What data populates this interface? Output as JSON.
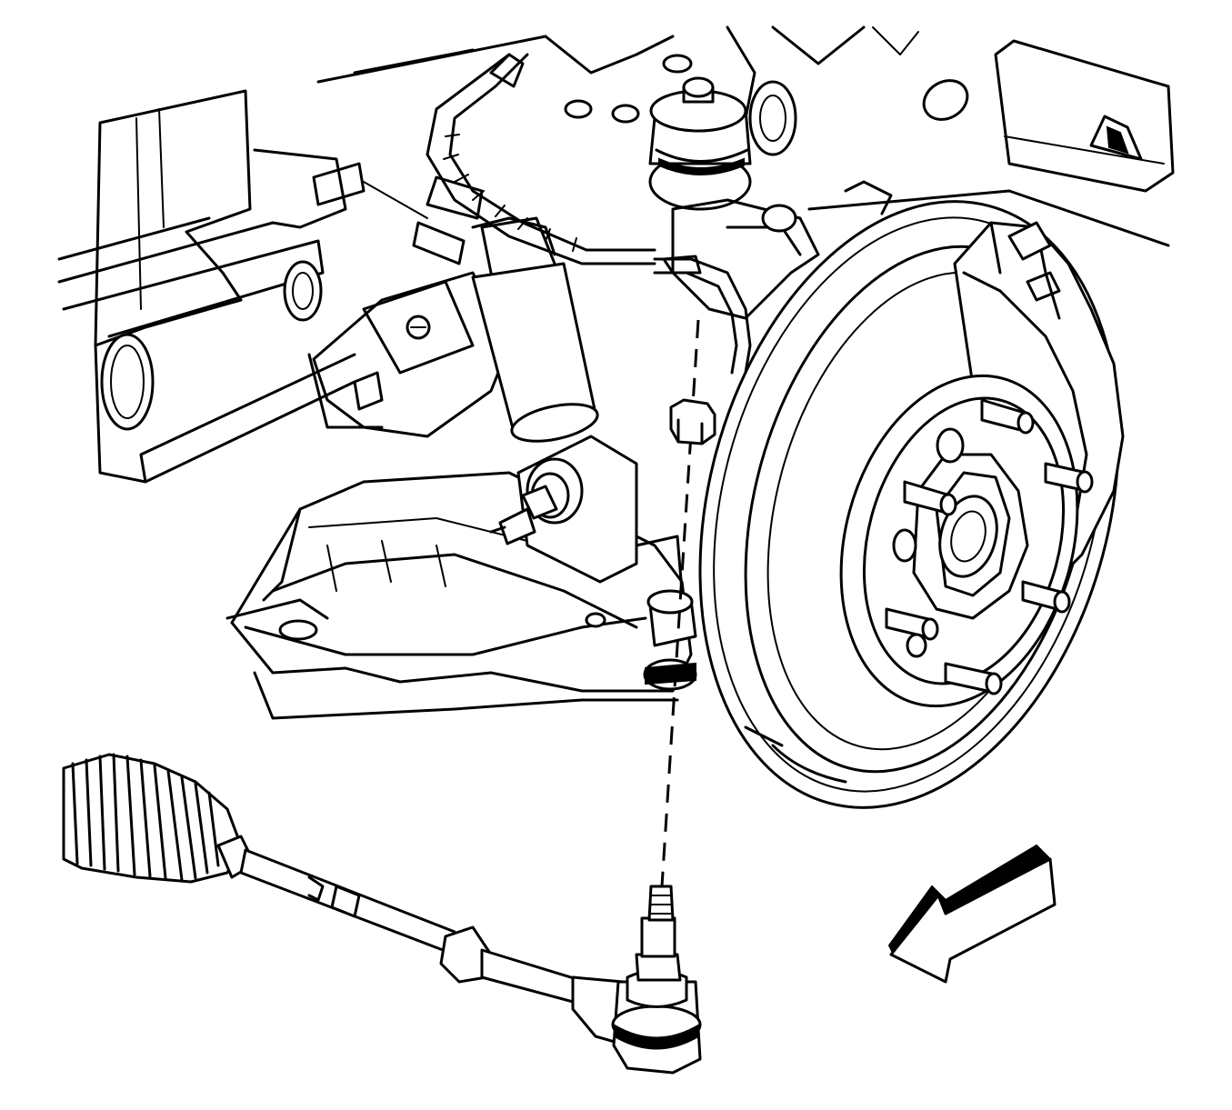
{
  "figure": {
    "caption": "",
    "components": [
      "frame-rail",
      "engine-mount",
      "wiring-harness",
      "shock-absorber",
      "upper-ball-joint",
      "steering-knuckle",
      "brake-caliper",
      "brake-rotor",
      "wheel-hub",
      "wheel-studs",
      "lower-control-arm",
      "tie-rod-boot",
      "inner-tie-rod",
      "outer-tie-rod-end",
      "tie-rod-end-nut",
      "installation-centerline",
      "vehicle-front-direction-arrow"
    ],
    "colors": {
      "line": "#000000",
      "background": "#ffffff"
    }
  }
}
